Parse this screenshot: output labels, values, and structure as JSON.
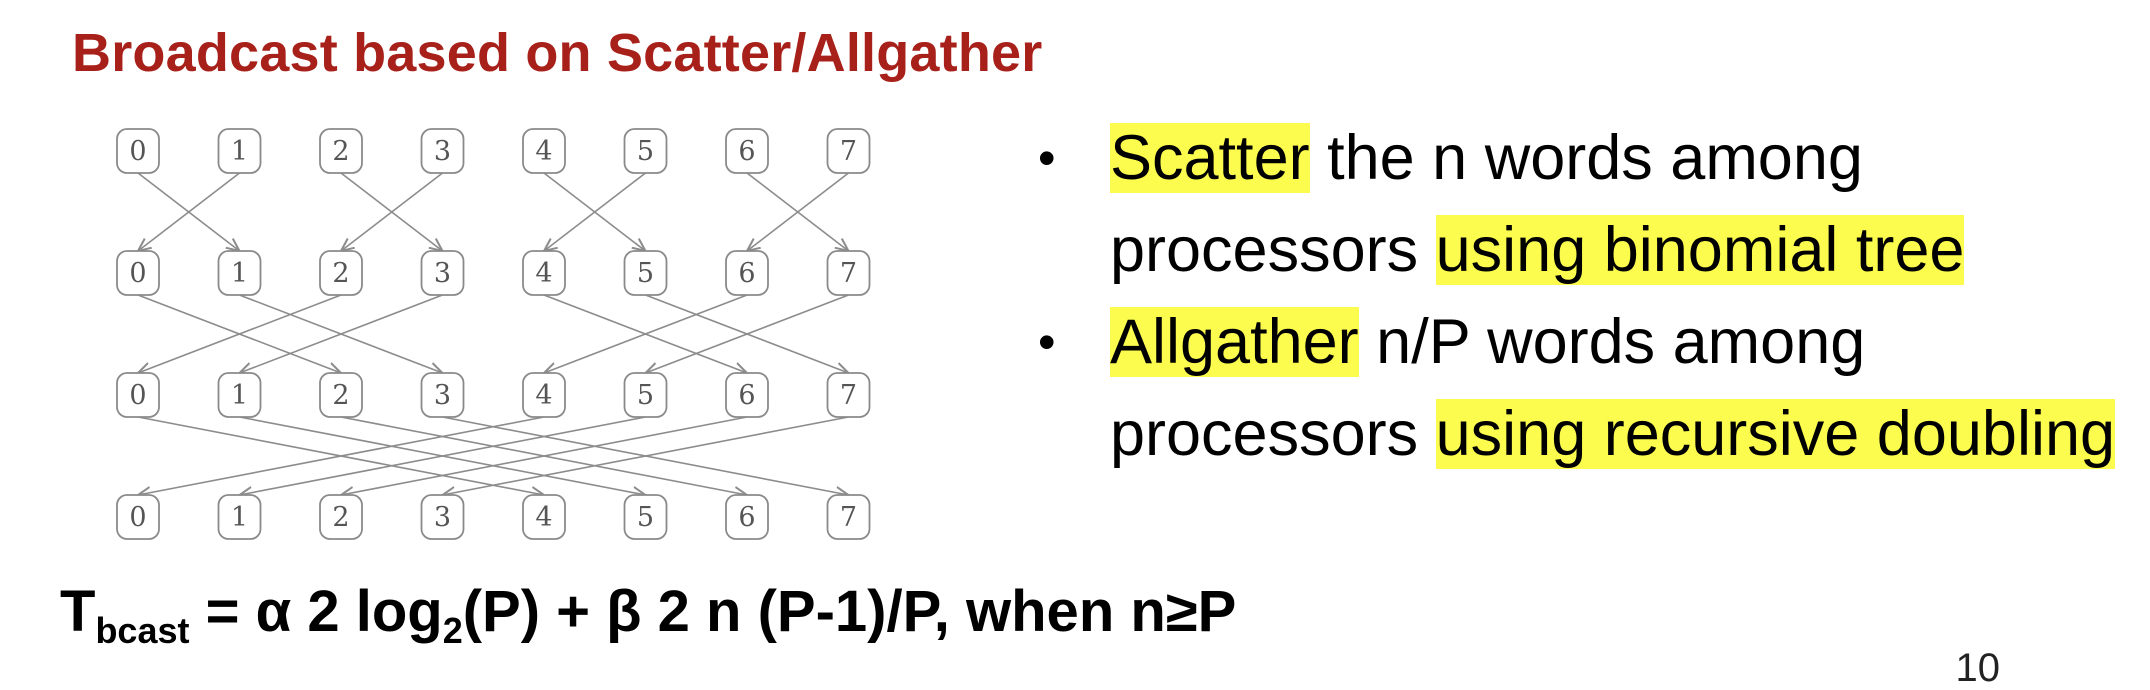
{
  "title": "Broadcast based on Scatter/Allgather",
  "diagram": {
    "node_labels": [
      "0",
      "1",
      "2",
      "3",
      "4",
      "5",
      "6",
      "7"
    ],
    "levels": 4,
    "edges_by_level": [
      [
        [
          1,
          0
        ],
        [
          0,
          1
        ],
        [
          3,
          2
        ],
        [
          2,
          3
        ],
        [
          5,
          4
        ],
        [
          4,
          5
        ],
        [
          7,
          6
        ],
        [
          6,
          7
        ]
      ],
      [
        [
          2,
          0
        ],
        [
          3,
          1
        ],
        [
          0,
          2
        ],
        [
          1,
          3
        ],
        [
          6,
          4
        ],
        [
          7,
          5
        ],
        [
          4,
          6
        ],
        [
          5,
          7
        ]
      ],
      [
        [
          4,
          0
        ],
        [
          5,
          1
        ],
        [
          6,
          2
        ],
        [
          7,
          3
        ],
        [
          0,
          4
        ],
        [
          1,
          5
        ],
        [
          2,
          6
        ],
        [
          3,
          7
        ]
      ]
    ]
  },
  "bullets": [
    {
      "symbol": "•",
      "line1": {
        "hl": "Scatter",
        "text": " the n words among"
      },
      "line2": {
        "text": "processors ",
        "hl": "using binomial tree"
      }
    },
    {
      "symbol": "•",
      "line1": {
        "hl": "Allgather",
        "text": " n/P words among"
      },
      "line2": {
        "text": "processors ",
        "hl": "using recursive doubling"
      }
    }
  ],
  "formula": {
    "T": "T",
    "T_sub": "bcast",
    "part1": " = α 2 log",
    "log_sub": "2",
    "part2": "(P) + β 2 n (P-1)/P, when n≥P"
  },
  "page_number": "10"
}
